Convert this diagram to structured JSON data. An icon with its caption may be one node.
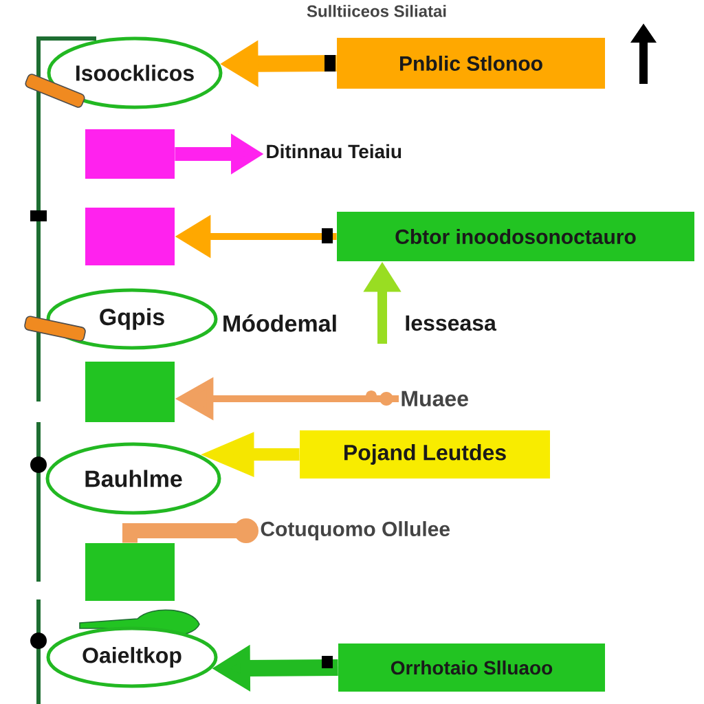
{
  "diagram": {
    "title": "Sulltiiceos Siliatai",
    "nodes": [
      {
        "text": [
          "Isoocklicos"
        ]
      },
      {
        "text": [
          "Pnblic Stlonoo"
        ]
      },
      {
        "text": [],
        "shape": "box"
      },
      {
        "text": [
          "Ditinnau Teiaiu"
        ]
      },
      {
        "text": [],
        "shape": "box"
      },
      {
        "text": [
          "Cbtor inoodosonoctauro"
        ]
      },
      {
        "text": [
          "Gqpis"
        ],
        "beside": [
          "Móodemal"
        ]
      },
      {
        "text": [],
        "shape": "box"
      },
      {
        "text": [
          "Muaee"
        ]
      },
      {
        "text": [
          "Pojand Leutdes"
        ]
      },
      {
        "text": [
          "Bauhlme"
        ]
      },
      {
        "text": [
          "Cotuquomo Ollulee"
        ]
      },
      {
        "text": [],
        "shape": "box"
      },
      {
        "text": [
          "Oaieltkop"
        ]
      },
      {
        "text": [
          "Orrhotaio Slluaoo"
        ]
      }
    ],
    "edges": [
      {
        "from": 1,
        "to": 0,
        "arrow": "to"
      },
      {
        "from": 2,
        "to": 3,
        "arrow": "to",
        "color": "#ff22ee"
      },
      {
        "from": 5,
        "to": 4,
        "arrow": "to"
      },
      {
        "from": null,
        "to": 5,
        "arrow": "to",
        "color": "#99dd22"
      },
      {
        "from": 8,
        "to": 7,
        "arrow": "to",
        "color": "#f0a060"
      },
      {
        "from": 9,
        "to": 10,
        "arrow": "to",
        "color": "#f5e600"
      },
      {
        "from": 12,
        "to": 11,
        "arrow": "other",
        "color": "#f0a060"
      },
      {
        "from": 14,
        "to": 13,
        "arrow": "to",
        "color": "#22bb22"
      }
    ],
    "labels": [
      "Iesseasa"
    ]
  }
}
